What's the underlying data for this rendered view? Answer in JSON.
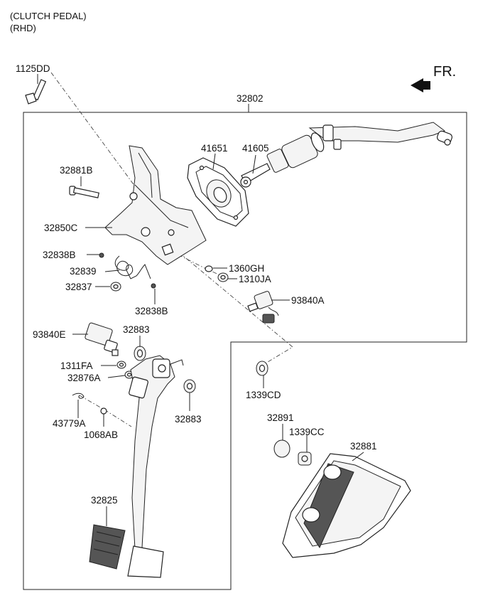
{
  "header": {
    "line1": "(CLUTCH PEDAL)",
    "line2": "(RHD)"
  },
  "direction": {
    "label": "FR."
  },
  "callouts": {
    "p1125DD": "1125DD",
    "p32802": "32802",
    "p32881B": "32881B",
    "p41651": "41651",
    "p41605": "41605",
    "p32850C": "32850C",
    "p32838B_a": "32838B",
    "p32839": "32839",
    "p32837": "32837",
    "p32838B_b": "32838B",
    "p1360GH": "1360GH",
    "p1310JA": "1310JA",
    "p93840A": "93840A",
    "p93840E": "93840E",
    "p32883_a": "32883",
    "p1311FA": "1311FA",
    "p32876A": "32876A",
    "p43779A": "43779A",
    "p1068AB": "1068AB",
    "p32883_b": "32883",
    "p1339CD": "1339CD",
    "p32891": "32891",
    "p1339CC": "1339CC",
    "p32881": "32881",
    "p32825": "32825"
  }
}
